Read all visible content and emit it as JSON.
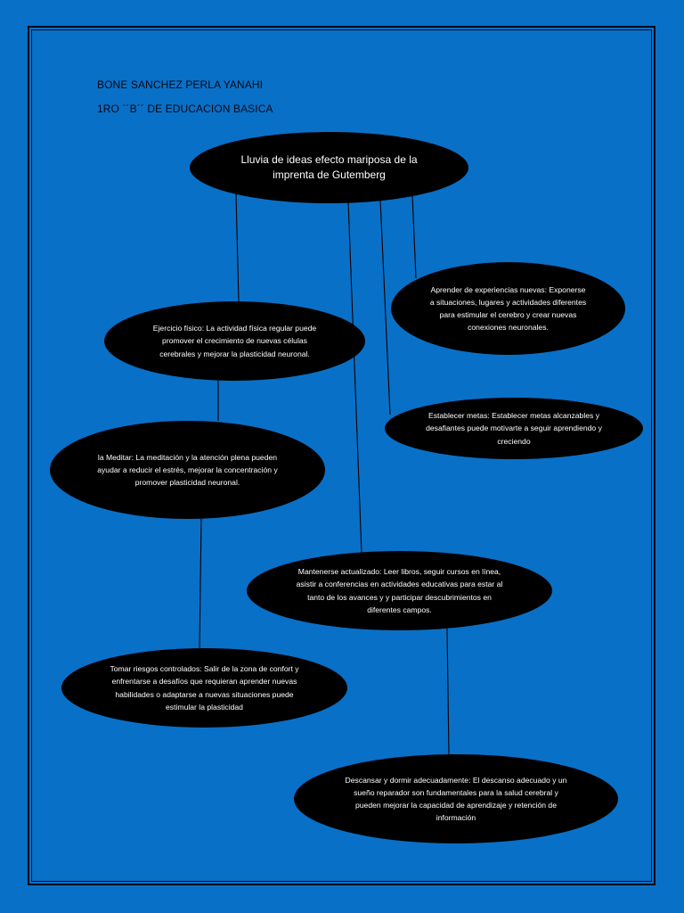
{
  "header": {
    "name": "BONE SANCHEZ PERLA YANAHI",
    "grade": "1RO ´´B´´ DE EDUCACION BASICA"
  },
  "colors": {
    "background": "#0970c8",
    "node_fill": "#000000",
    "node_text": "#ffffff",
    "line": "#000000"
  },
  "central": {
    "text": "Lluvia de ideas efecto mariposa de la imprenta de Gutemberg"
  },
  "nodes": {
    "aprender": {
      "text": "Aprender de experiencias nuevas: Exponerse a situaciones, lugares y actividades diferentes para estimular el cerebro y crear nuevas conexiones neuronales."
    },
    "ejercicio": {
      "text": "Ejercicio físico: La actividad física regular puede promover el crecimiento de nuevas células cerebrales y mejorar la plasticidad neuronal."
    },
    "metas": {
      "text": "Establecer metas: Establecer metas alcanzables y desafiantes puede motivarte a seguir aprendiendo y creciendo"
    },
    "meditar": {
      "text": "la Meditar: La meditación y la atención plena pueden ayudar a reducir el estrés, mejorar la concentración y promover plasticidad neuronal."
    },
    "actualizado": {
      "text": "Mantenerse actualizado: Leer libros, seguir cursos en línea, asistir a conferencias en actividades educativas para estar al tanto de los avances y y participar descubrimientos en diferentes campos."
    },
    "riesgos": {
      "text": "Tomar riesgos controlados: Salir de la zona de confort y enfrentarse a desafíos que requieran aprender nuevas habilidades o adaptarse a nuevas situaciones puede estimular la plasticidad"
    },
    "descansar": {
      "text": "Descansar y dormir adecuadamente: El descanso adecuado y un sueño reparador son fundamentales para la salud cerebral y pueden mejorar la capacidad de aprendizaje y retención de información"
    }
  }
}
